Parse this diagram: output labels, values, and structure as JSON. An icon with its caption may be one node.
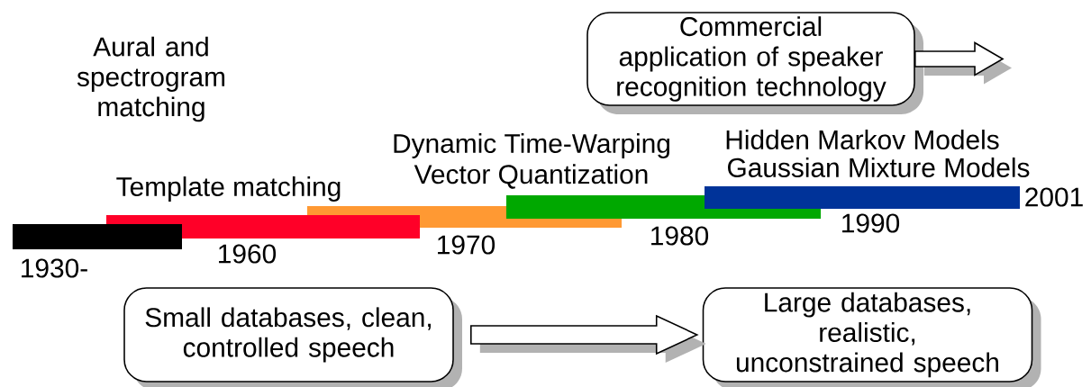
{
  "diagram": {
    "nodes": [
      {
        "text": [
          "Commercial application of speaker recognition technology"
        ]
      },
      {
        "text": [
          "Small databases, clean, controlled speech"
        ]
      },
      {
        "text": [
          "Large databases, realistic, unconstrained speech"
        ]
      }
    ],
    "edges": [
      {
        "from": 0,
        "to": null,
        "arrow": "to"
      },
      {
        "from": 1,
        "to": 2,
        "arrow": "to"
      }
    ],
    "labels": [
      "Aural and spectrogram matching",
      "Hidden Markov Models",
      "Gaussian Mixture Models",
      "Dynamic Time-Warping",
      "Vector Quantization",
      "Template matching",
      "2001",
      "1990",
      "1980",
      "1970",
      "1960",
      "1930-"
    ]
  }
}
